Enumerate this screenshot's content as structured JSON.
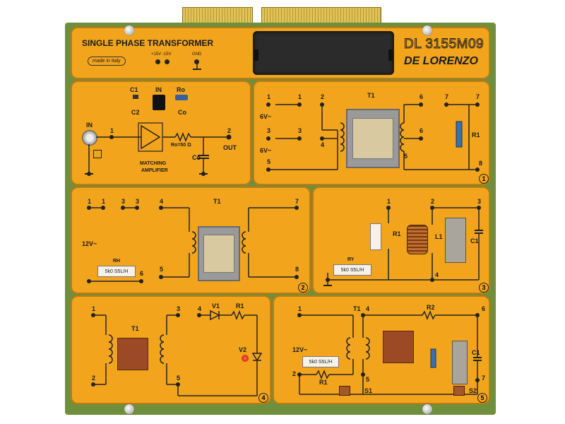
{
  "board": {
    "title": "SINGLE PHASE TRANSFORMER",
    "model": "DL 3155M09",
    "brand": "DE LORENZO",
    "made_in": "made in Italy",
    "supply_label": "+15V -15V",
    "gnd_label": "GND"
  },
  "panel_top_left": {
    "components": [
      "C1",
      "IN",
      "Ro",
      "C2",
      "Co"
    ],
    "in_label": "IN",
    "ro_value": "Ro=50 Ω",
    "co_label": "Co",
    "out_label": "OUT",
    "matching_amp_line1": "MATCHING",
    "matching_amp_line2": "AMPLIFIER",
    "nodes": [
      "1",
      "2"
    ]
  },
  "panel_1": {
    "number": "1",
    "t1": "T1",
    "r1": "R1",
    "v1": "6V~",
    "v2": "6V~",
    "nodes": [
      "1",
      "1",
      "2",
      "3",
      "3",
      "4",
      "5",
      "6",
      "6",
      "7",
      "7",
      "8",
      "5"
    ]
  },
  "panel_2": {
    "number": "2",
    "t1": "T1",
    "rh": "RH",
    "rh_box": "5k0 S5L/H",
    "voltage": "12V~",
    "nodes": [
      "1",
      "1",
      "3",
      "3",
      "4",
      "5",
      "6",
      "7",
      "8"
    ]
  },
  "panel_3": {
    "number": "3",
    "r1": "R1",
    "l1": "L1",
    "c1": "C1",
    "ry": "RY",
    "ry_box": "5k0 S5L/H",
    "nodes": [
      "1",
      "2",
      "3",
      "4"
    ]
  },
  "panel_4": {
    "number": "4",
    "t1": "T1",
    "v1": "V1",
    "r1": "R1",
    "v2": "V2",
    "nodes": [
      "1",
      "2",
      "3",
      "4",
      "5"
    ]
  },
  "panel_5": {
    "number": "5",
    "t1": "T1",
    "r1": "R1",
    "r2": "R2",
    "c1": "C1",
    "s1": "S1",
    "s2": "S2",
    "voltage": "12V~",
    "rbox": "5k0 S5L/H",
    "nodes": [
      "1",
      "2",
      "4",
      "5",
      "6",
      "7"
    ]
  },
  "colors": {
    "panel": "#f2a51c",
    "board": "#6f8f3c",
    "connector": "#d8b64a"
  }
}
